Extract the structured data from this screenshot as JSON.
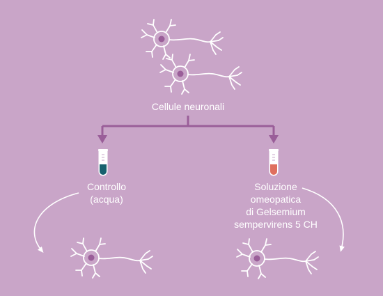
{
  "source": {
    "label": "Cellule neuronali"
  },
  "branches": [
    {
      "lines": [
        "Controllo",
        "(acqua)"
      ],
      "tube_color": "#17606e"
    },
    {
      "lines": [
        "Soluzione",
        "omeopatica",
        "di Gelsemium",
        "sempervirens 5 CH"
      ],
      "tube_color": "#df6f5e"
    }
  ],
  "colors": {
    "background": "#c9a5c8",
    "arrow": "#9a5e99",
    "neuron_stroke": "#ffffff",
    "neuron_nucleus": "#9a5e99"
  },
  "icons": [
    "neuron-icon",
    "test-tube-icon",
    "curved-arrow-icon"
  ]
}
